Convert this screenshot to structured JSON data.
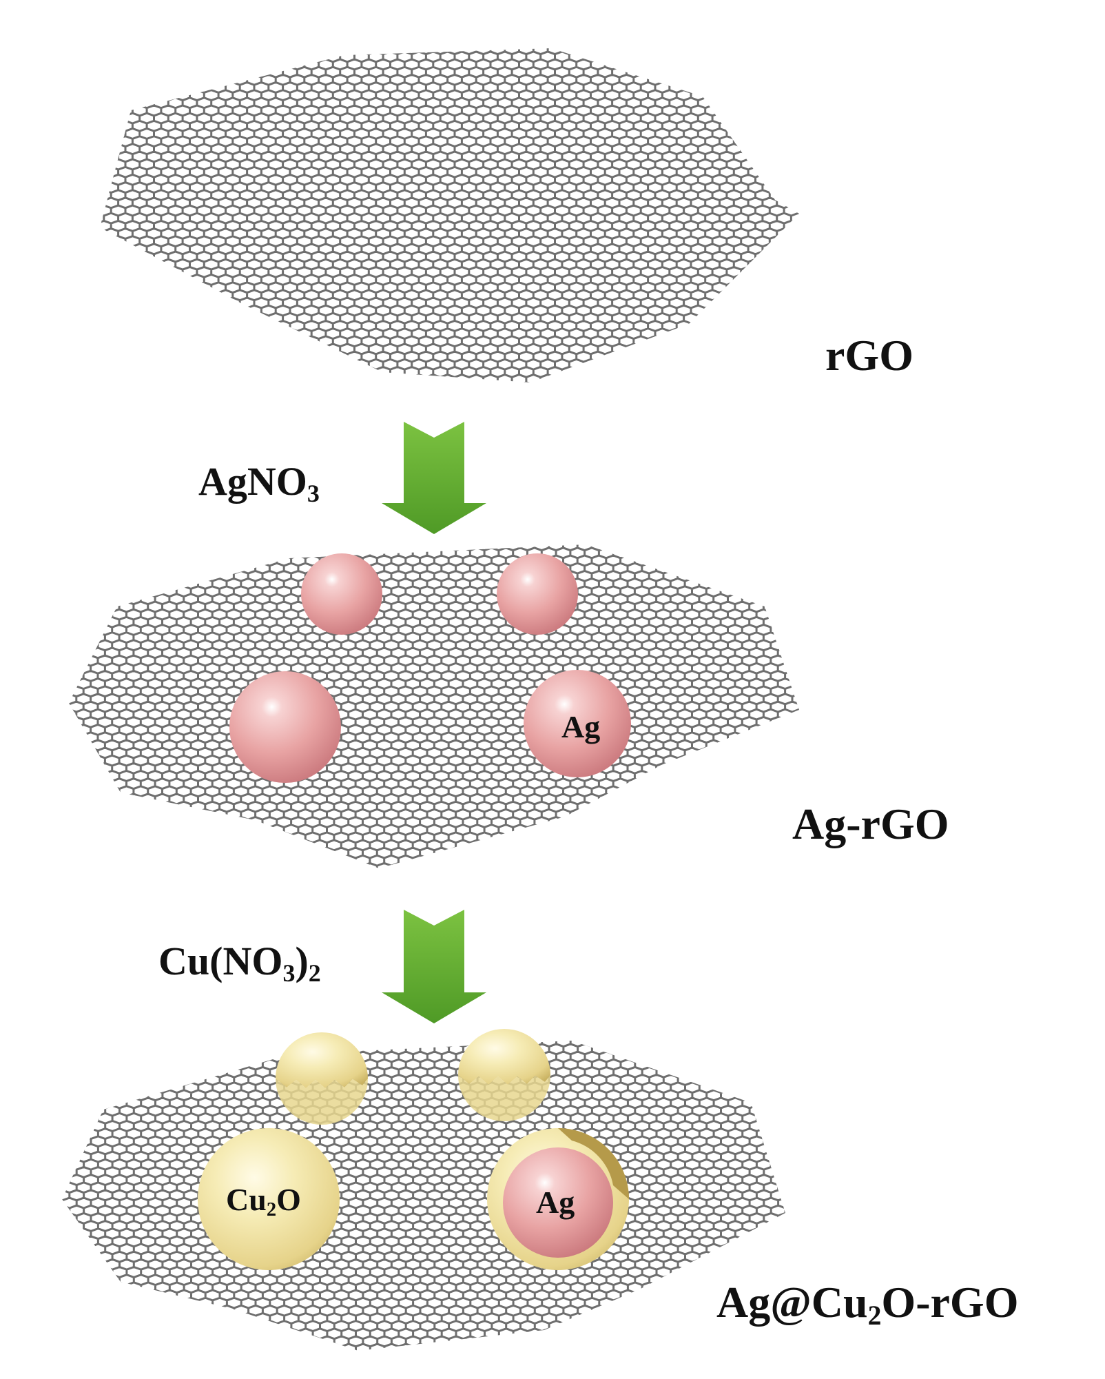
{
  "stages": [
    {
      "label": "rGO"
    },
    {
      "label_main": "Ag-rGO",
      "particle_label": "Ag"
    },
    {
      "label_main": "Ag@Cu",
      "label_sub": "2",
      "label_tail": "O-rGO",
      "particle_label_core": "Ag",
      "particle_label_main": "Cu",
      "particle_label_sub": "2",
      "particle_label_tail": "O"
    }
  ],
  "steps": [
    {
      "reagent_main": "AgNO",
      "reagent_sub": "3",
      "reagent_tail": ""
    },
    {
      "reagent_main": "Cu(NO",
      "reagent_sub": "3",
      "reagent_tail": ")",
      "reagent_sub2": "2"
    }
  ],
  "colors": {
    "lattice": "#6e6e6e",
    "arrow": "#6aae35",
    "silver_particle": "#e8a3a3",
    "cu2o_shell": "#f2e3a0"
  }
}
